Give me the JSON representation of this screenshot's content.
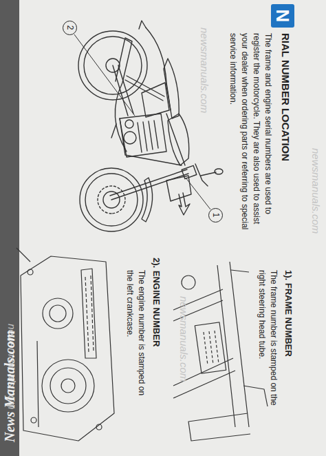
{
  "diagram": {
    "title": "RIAL NUMBER LOCATION",
    "nodes": [
      {
        "text": [
          "1"
        ]
      },
      {
        "text": [
          "2"
        ]
      }
    ],
    "labels": [
      "The frame and engine serial numbers are used to register the motorcycle. They are also used to assist your dealer when ordering parts or referring to special service information.",
      "1). FRAME NUMBER",
      "The frame number is stamped on the right steering head tube.",
      "2). ENGINE NUMBER",
      "The engine number is stamped on the left crankcase.",
      "News Manuals.com",
      "N",
      "newsmanuals.com",
      "newsmanuals.com",
      "newsmanuals.com",
      "newsmanuals.com"
    ]
  }
}
